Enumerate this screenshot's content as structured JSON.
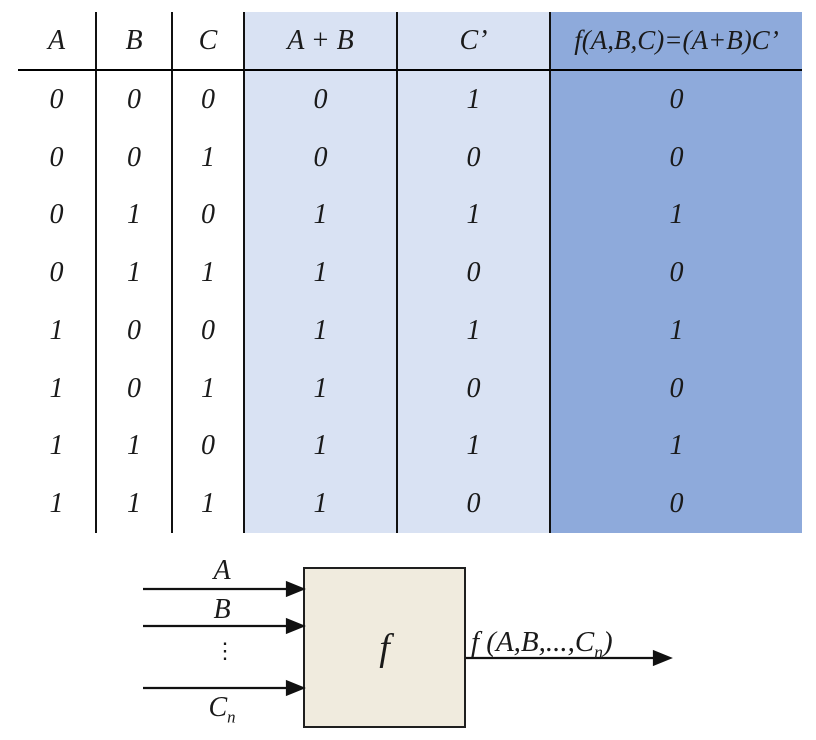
{
  "table": {
    "headers": [
      "A",
      "B",
      "C",
      "A + B",
      "C’",
      "f(A,B,C)=(A+B)C’"
    ],
    "rows": [
      [
        "0",
        "0",
        "0",
        "0",
        "1",
        "0"
      ],
      [
        "0",
        "0",
        "1",
        "0",
        "0",
        "0"
      ],
      [
        "0",
        "1",
        "0",
        "1",
        "1",
        "1"
      ],
      [
        "0",
        "1",
        "1",
        "1",
        "0",
        "0"
      ],
      [
        "1",
        "0",
        "0",
        "1",
        "1",
        "1"
      ],
      [
        "1",
        "0",
        "1",
        "1",
        "0",
        "0"
      ],
      [
        "1",
        "1",
        "0",
        "1",
        "1",
        "1"
      ],
      [
        "1",
        "1",
        "1",
        "1",
        "0",
        "0"
      ]
    ]
  },
  "diagram": {
    "box_label": "f",
    "input_a": "A",
    "input_b": "B",
    "ellipsis": "⋮",
    "input_c_base": "C",
    "input_c_sub": "n",
    "output_pre": "f (A,B,...,C",
    "output_sub": "n",
    "output_post": ")"
  },
  "colors": {
    "light_blue": "#D9E2F3",
    "dark_blue": "#8EAADB",
    "box_fill": "#F0EBDE"
  }
}
